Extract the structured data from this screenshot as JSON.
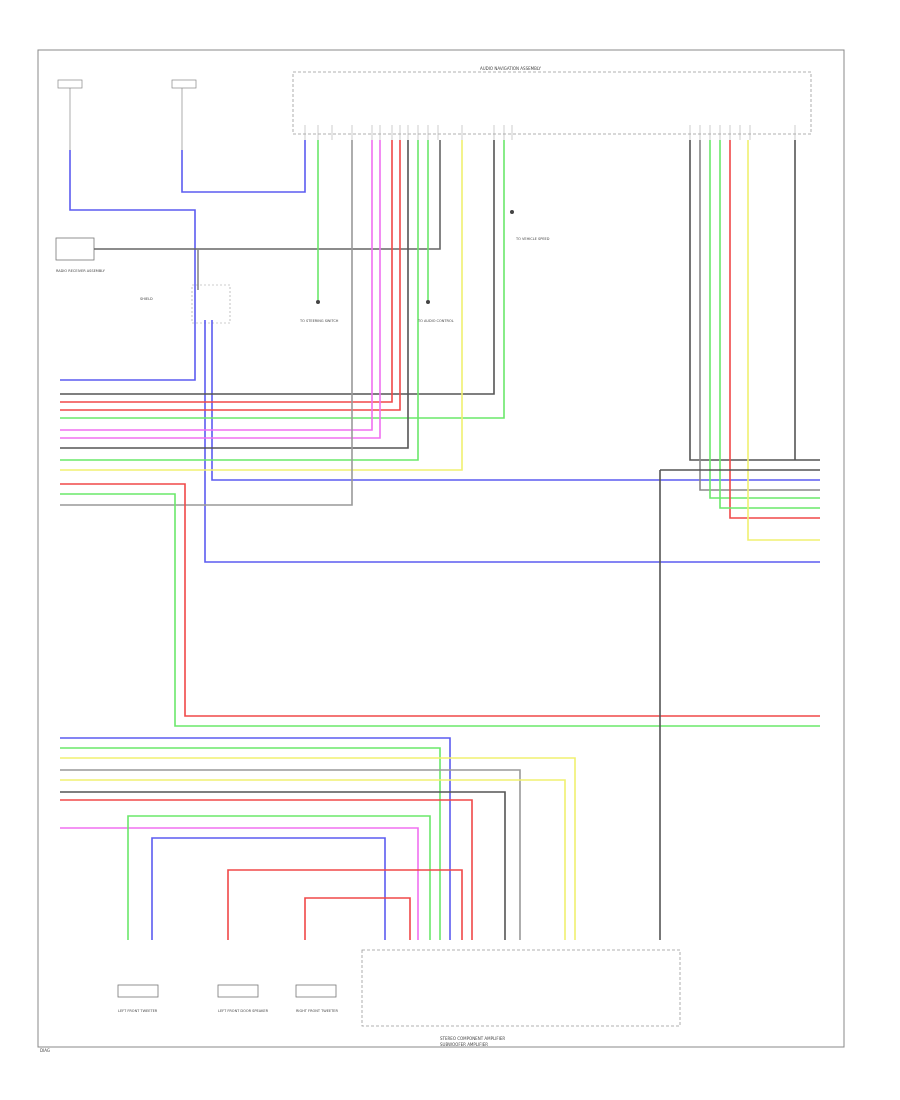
{
  "diagram": {
    "top_connector_label": "AUDIO NAVIGATION ASSEMBLY",
    "bottom_connector_label": "STEREO COMPONENT AMPLIFIER",
    "bottom_connector_sub": "SUBWOOFER AMPLIFIER",
    "left_box_label": "RADIO RECEIVER ASSEMBLY",
    "mid_connector_label": "SHIELD",
    "ground_label_1": "TO STEERING SWITCH",
    "ground_label_2": "TO AUDIO CONTROL",
    "ground_label_3": "TO VEHICLE SPEED",
    "speaker_1": "LEFT FRONT TWEETER",
    "speaker_2": "LEFT FRONT DOOR SPEAKER",
    "speaker_3": "RIGHT FRONT TWEETER",
    "page_ref": "DIAG"
  },
  "colors": {
    "blue": "#5b5bf0",
    "red": "#f04848",
    "green": "#6ae86a",
    "yellow": "#f0f070",
    "pink": "#f070f0",
    "black": "#555555",
    "gray": "#9a9a9a"
  }
}
